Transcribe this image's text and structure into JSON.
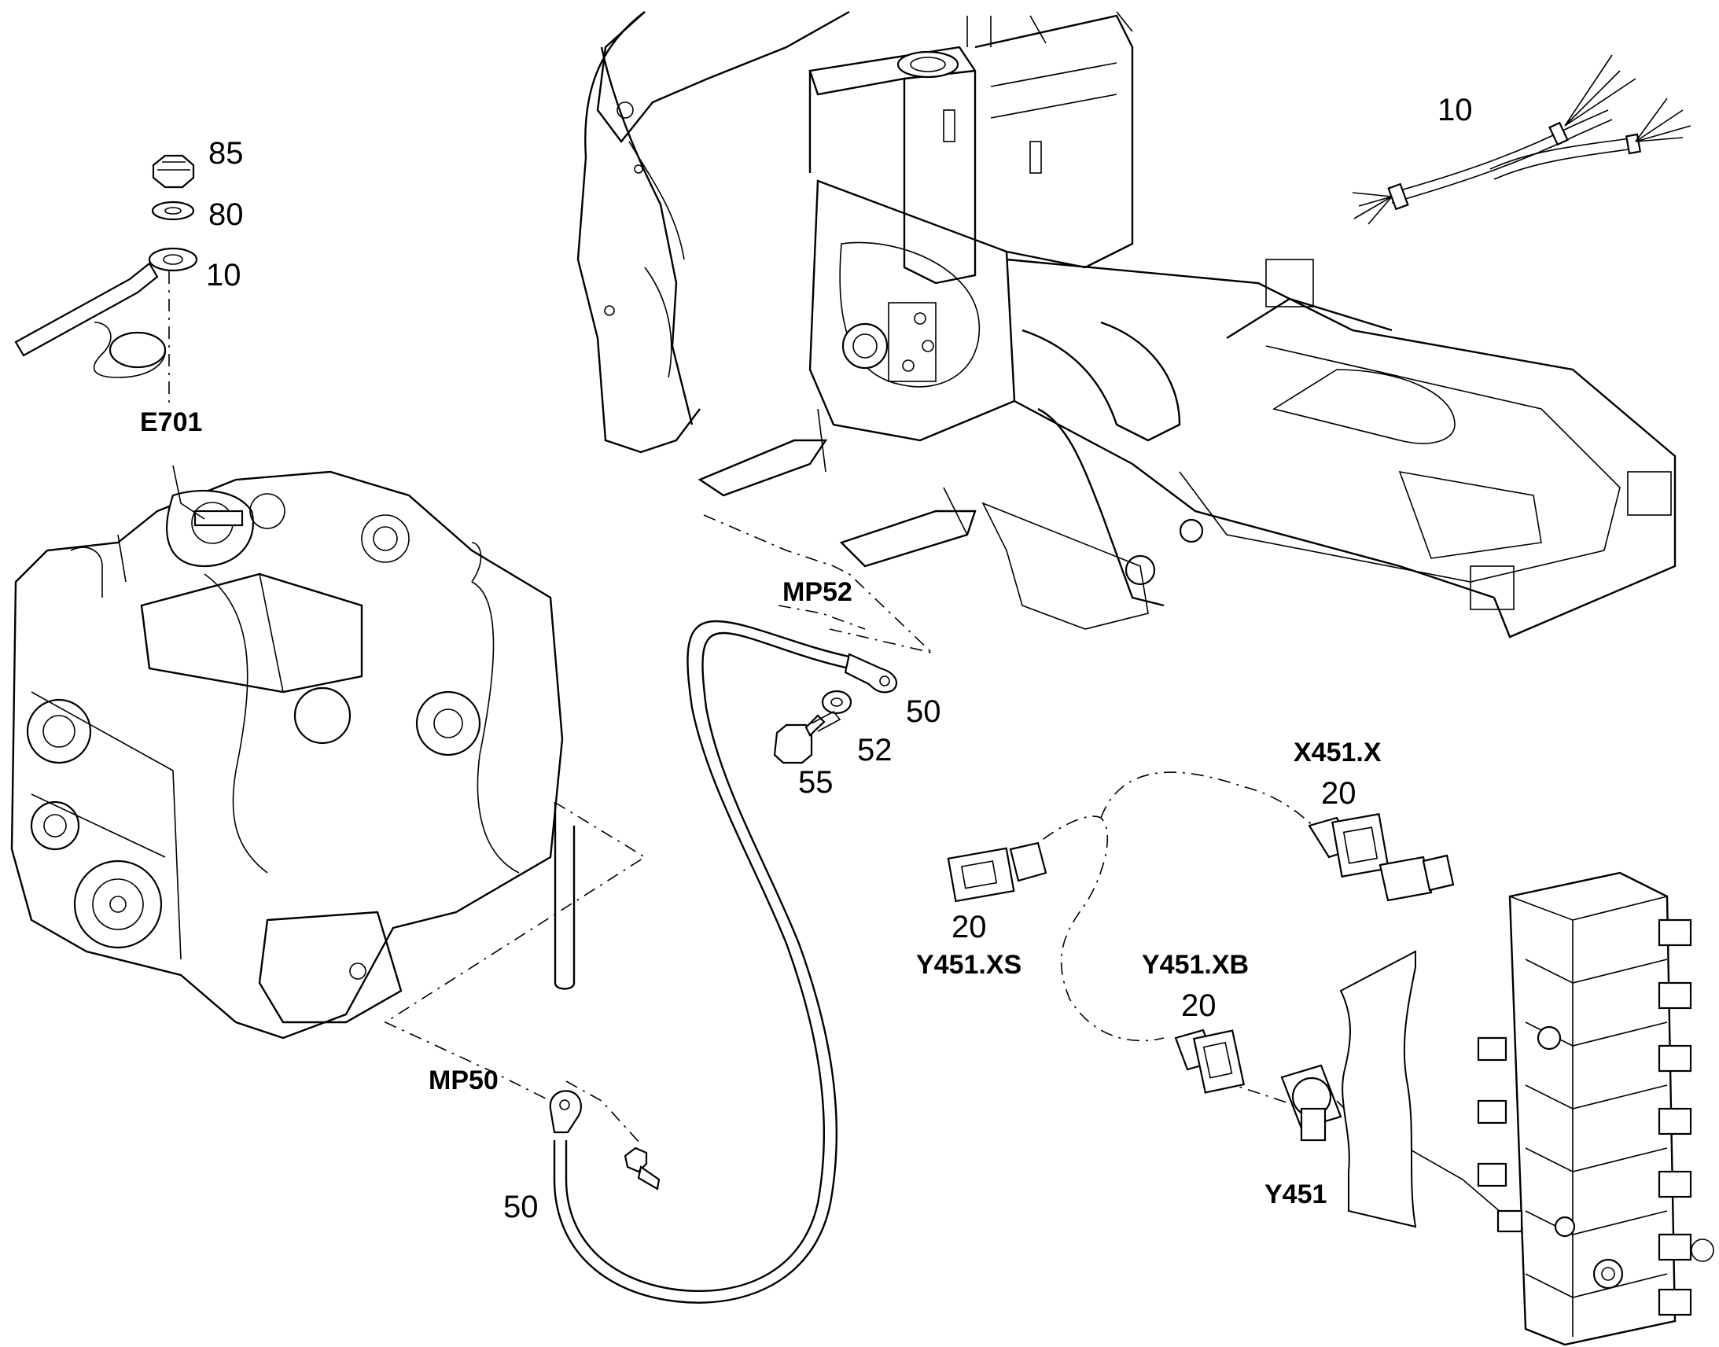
{
  "callouts": {
    "nut_85": "85",
    "washer_80": "80",
    "cable_end_10": "10",
    "harness_10": "10",
    "cable_end_50_top": "50",
    "washer_52": "52",
    "bolt_55": "55",
    "cable_end_50_bottom": "50",
    "connector_20_x451x": "20",
    "connector_20_y451xs": "20",
    "connector_20_y451xb": "20"
  },
  "refs": {
    "e701": "E701",
    "mp52": "MP52",
    "mp50": "MP50",
    "x451x": "X451.X",
    "y451xs": "Y451.XS",
    "y451xb": "Y451.XB",
    "y451": "Y451"
  }
}
